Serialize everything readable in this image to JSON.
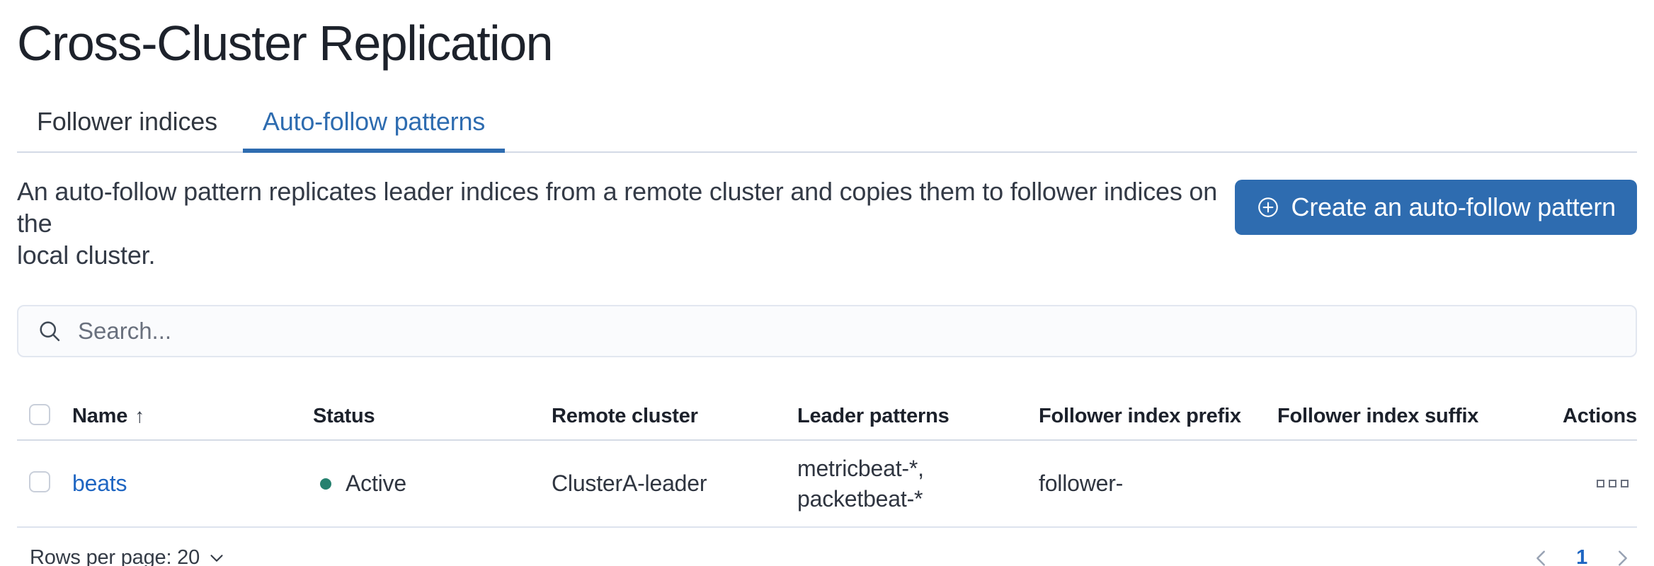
{
  "page": {
    "title": "Cross-Cluster Replication"
  },
  "tabs": [
    {
      "label": "Follower indices",
      "active": false
    },
    {
      "label": "Auto-follow patterns",
      "active": true
    }
  ],
  "description": {
    "line1": "An auto-follow pattern replicates leader indices from a remote cluster and copies them to follower indices on the",
    "line2": "local cluster."
  },
  "toolbar": {
    "create_button_label": "Create an auto-follow pattern",
    "create_button_icon": "plus-in-circle-icon"
  },
  "search": {
    "placeholder": "Search...",
    "value": ""
  },
  "icons": {
    "sort_ascending": "↑"
  },
  "table": {
    "columns": [
      {
        "label": "Name",
        "sorted": "ascending"
      },
      {
        "label": "Status"
      },
      {
        "label": "Remote cluster"
      },
      {
        "label": "Leader patterns"
      },
      {
        "label": "Follower index prefix"
      },
      {
        "label": "Follower index suffix"
      },
      {
        "label": "Actions",
        "align": "right"
      }
    ],
    "rows": [
      {
        "name": "beats",
        "status": "Active",
        "remote_cluster": "ClusterA-leader",
        "leader_patterns_line1": "metricbeat-*,",
        "leader_patterns_line2": "packetbeat-*",
        "follower_index_prefix": "follower-",
        "follower_index_suffix": "",
        "selected": false
      }
    ]
  },
  "footer": {
    "rows_per_page_label": "Rows per page: 20",
    "current_page": "1"
  },
  "colors": {
    "accent_blue": "#2e6cb0",
    "link_blue": "#1f66c2",
    "status_active_green": "#26816f",
    "divider_gray": "#d3dae6",
    "icon_gray": "#69707d"
  }
}
